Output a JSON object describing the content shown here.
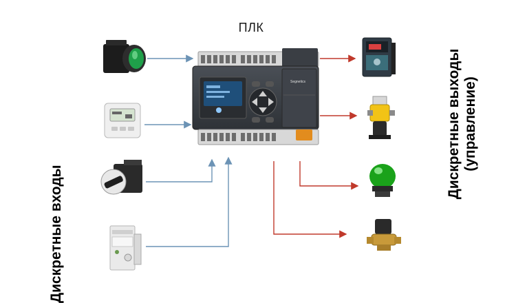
{
  "diagram": {
    "title": "ПЛК",
    "left_label": "Дискретные входы",
    "right_label_line1": "Дискретные выходы",
    "right_label_line2": "(управление)",
    "plc_brand": "Segnetics",
    "colors": {
      "input_line": "#6c93b5",
      "output_line": "#c0392b",
      "plc_body": "#3b3f45",
      "plc_display": "#1f4f7a"
    },
    "inputs": [
      {
        "icon": "push-button-icon"
      },
      {
        "icon": "thermostat-icon"
      },
      {
        "icon": "rotary-switch-icon"
      },
      {
        "icon": "din-relay-icon"
      }
    ],
    "outputs": [
      {
        "icon": "frequency-inverter-icon"
      },
      {
        "icon": "pump-icon"
      },
      {
        "icon": "signal-lamp-icon"
      },
      {
        "icon": "solenoid-valve-icon"
      }
    ]
  }
}
